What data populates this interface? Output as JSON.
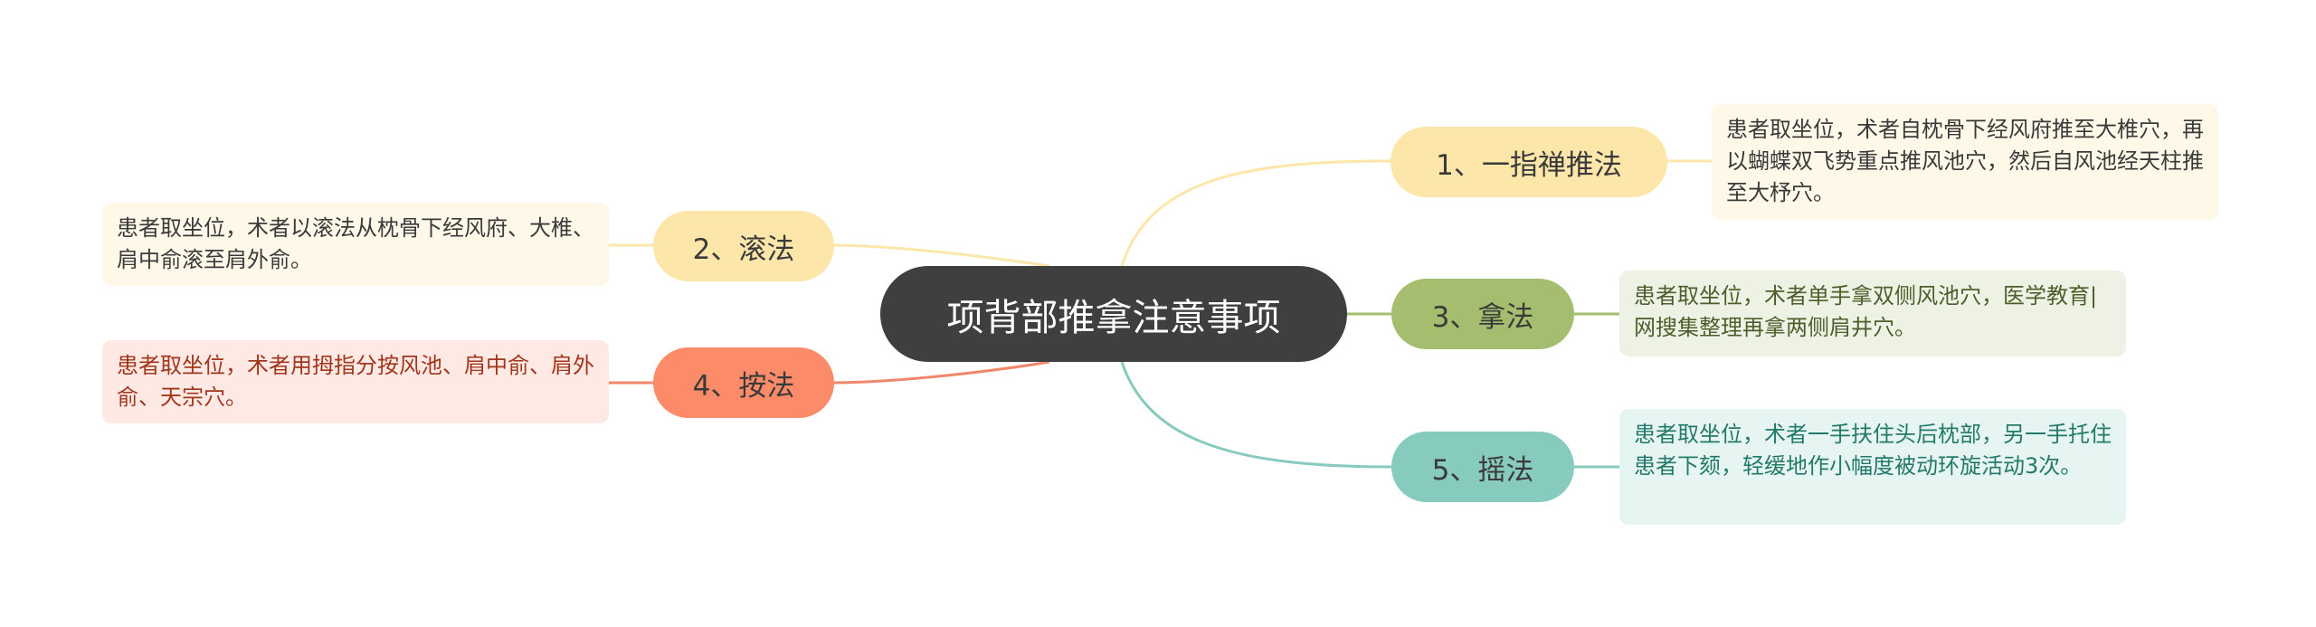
{
  "root": {
    "title": "项背部推拿注意事项"
  },
  "branches": [
    {
      "label": "1、一指禅推法",
      "detail": "患者取坐位，术者自枕骨下经风府推至大椎穴，再以蝴蝶双飞势重点推风池穴，然后自风池经天柱推至大杼穴。",
      "color": "#fde6aa",
      "line_color": "#fde6aa"
    },
    {
      "label": "2、滚法",
      "detail": "患者取坐位，术者以滚法从枕骨下经风府、大椎、肩中俞滚至肩外俞。",
      "color": "#fde6aa",
      "line_color": "#fde6aa"
    },
    {
      "label": "3、拿法",
      "detail": "患者取坐位，术者单手拿双侧风池穴，医学教育|网搜集整理再拿两侧肩井穴。",
      "color": "#a4bd6e",
      "line_color": "#a4bd6e"
    },
    {
      "label": "4、按法",
      "detail": "患者取坐位，术者用拇指分按风池、肩中俞、肩外俞、天宗穴。",
      "color": "#fb8b69",
      "line_color": "#f0866a"
    },
    {
      "label": "5、摇法",
      "detail": "患者取坐位，术者一手扶住头后枕部，另一手托住患者下颏，轻缓地作小幅度被动环旋活动3次。",
      "color": "#86cbbd",
      "line_color": "#86cbbd"
    }
  ],
  "colors": {
    "root_background": "#3f3f3f",
    "root_text": "#ffffff"
  }
}
